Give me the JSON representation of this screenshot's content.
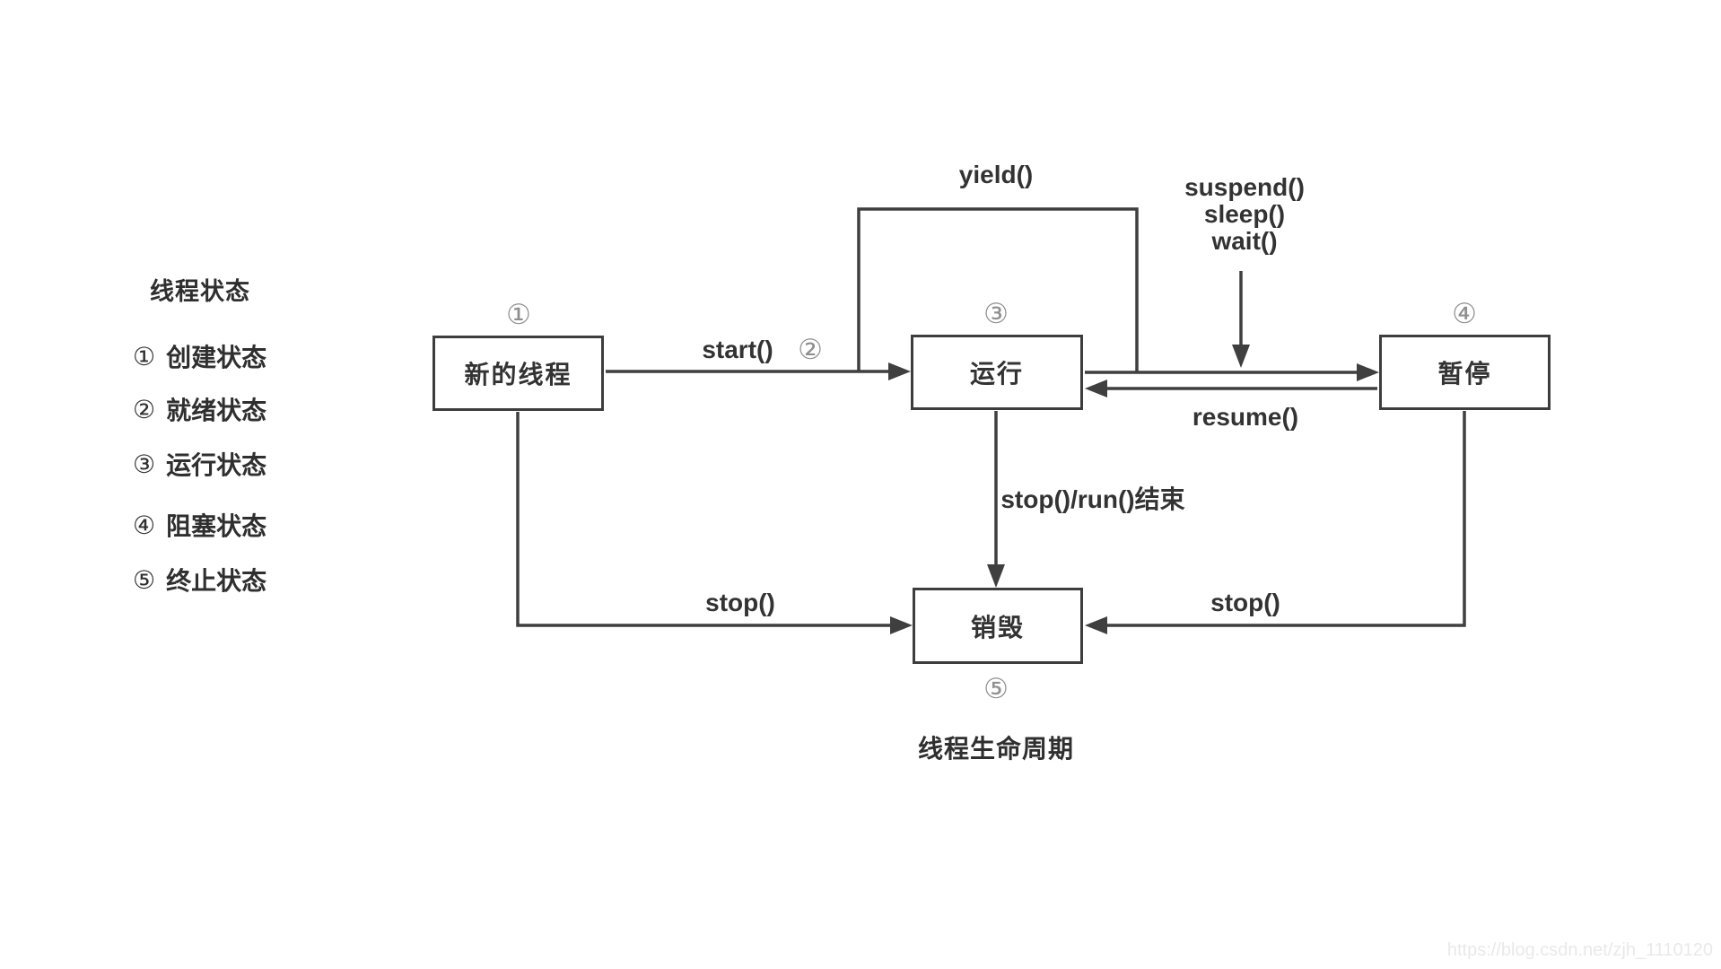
{
  "legend": {
    "title": "线程状态",
    "items": [
      {
        "num": "①",
        "label": "创建状态"
      },
      {
        "num": "②",
        "label": "就绪状态"
      },
      {
        "num": "③",
        "label": "运行状态"
      },
      {
        "num": "④",
        "label": "阻塞状态"
      },
      {
        "num": "⑤",
        "label": "终止状态"
      }
    ]
  },
  "nodes": {
    "new_thread": {
      "label": "新的线程",
      "num": "①"
    },
    "running": {
      "label": "运行",
      "num": "③"
    },
    "paused": {
      "label": "暂停",
      "num": "④"
    },
    "destroyed": {
      "label": "销毁",
      "num": "⑤"
    }
  },
  "edges": {
    "start": {
      "label": "start()",
      "num": "②"
    },
    "yield": {
      "label": "yield()"
    },
    "suspend": {
      "lines": [
        "suspend()",
        "sleep()",
        "wait()"
      ]
    },
    "resume": {
      "label": "resume()"
    },
    "stop_run": {
      "label": "stop()/run()结束"
    },
    "stop_left": {
      "label": "stop()"
    },
    "stop_right": {
      "label": "stop()"
    }
  },
  "caption": "线程生命周期",
  "watermark": "https://blog.csdn.net/zjh_1110120",
  "colors": {
    "line": "#3f3f3f",
    "text": "#333333",
    "circle_gray": "#8f8f8f",
    "watermark": "#e9e9e9"
  }
}
